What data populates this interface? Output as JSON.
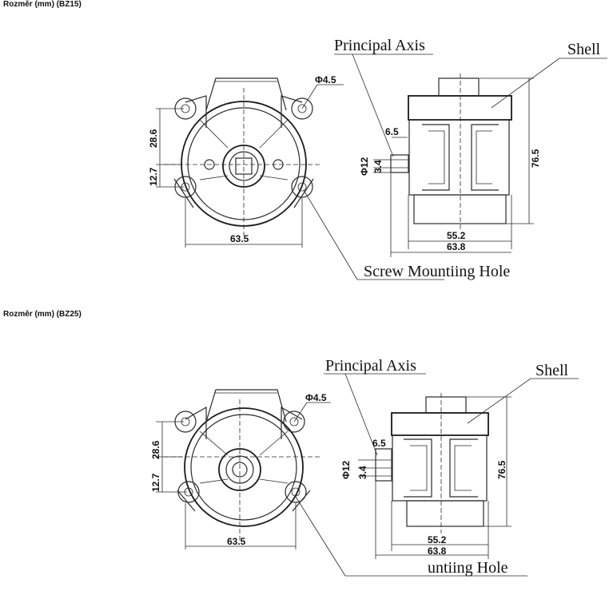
{
  "sections": [
    {
      "title": "Rozměr (mm) (BZ15)",
      "labels": {
        "principal_axis": "Principal Axis",
        "shell": "Shell",
        "mounting_hole": "Screw Mountiing Hole"
      },
      "dims": {
        "hole_dia": "Φ4.5",
        "vertical_upper": "28.6",
        "vertical_lower": "12.7",
        "front_width": "63.5",
        "shaft_offset": "6.5",
        "shaft_dia": "Φ12",
        "shaft_step": "3.4",
        "height": "76.5",
        "inner_width": "55.2",
        "outer_width": "63.8"
      }
    },
    {
      "title": "Rozměr (mm) (BZ25)",
      "labels": {
        "principal_axis": "Principal Axis",
        "shell": "Shell",
        "mounting_hole": "untiing Hole"
      },
      "dims": {
        "hole_dia": "Φ4.5",
        "vertical_upper": "28.6",
        "vertical_lower": "12.7",
        "front_width": "63.5",
        "shaft_offset": "6.5",
        "shaft_dia": "Φ12",
        "shaft_step": "3.4",
        "height": "76.5",
        "inner_width": "55.2",
        "outer_width": "63.8"
      }
    }
  ]
}
